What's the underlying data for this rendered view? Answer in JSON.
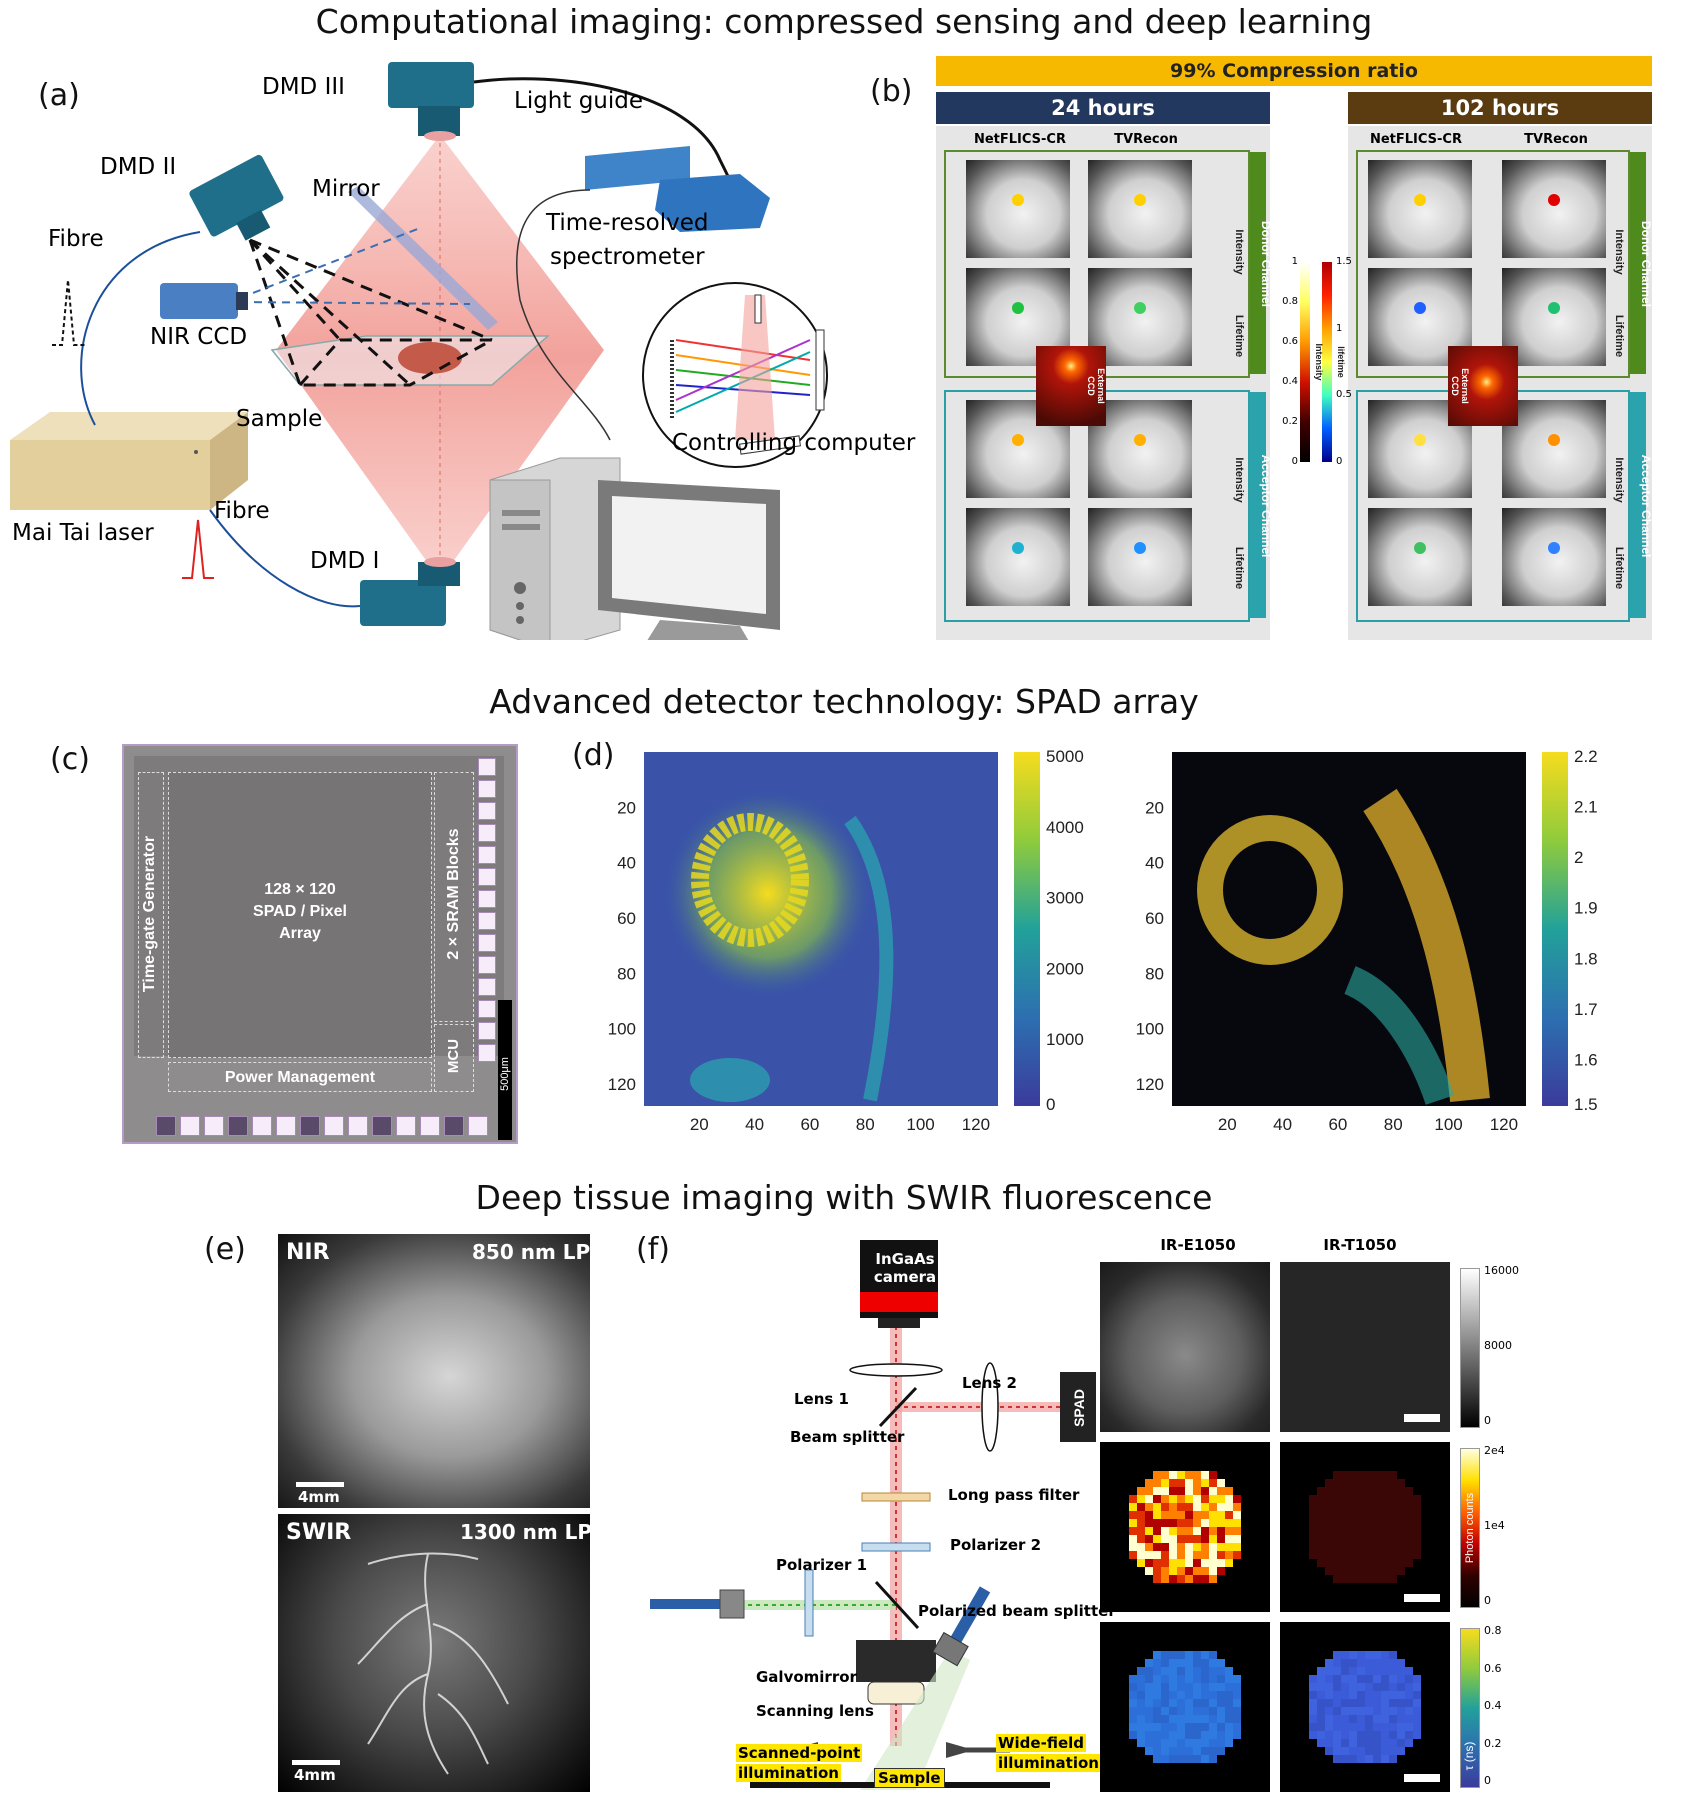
{
  "titles": {
    "t1": "Computational imaging:  compressed sensing and deep learning",
    "t2": "Advanced detector technology: SPAD array",
    "t3": "Deep tissue imaging with SWIR fluorescence"
  },
  "panels": {
    "a": "(a)",
    "b": "(b)",
    "c": "(c)",
    "d": "(d)",
    "e": "(e)",
    "f": "(f)"
  },
  "panel_a": {
    "dmd3": "DMD III",
    "light_guide": "Light guide",
    "dmd2": "DMD II",
    "mirror": "Mirror",
    "fibre_top": "Fibre",
    "spectrometer_1": "Time-resolved",
    "spectrometer_2": "spectrometer",
    "nir_ccd": "NIR CCD",
    "sample": "Sample",
    "laser": "Mai Tai laser",
    "fibre_bottom": "Fibre",
    "dmd1": "DMD I",
    "computer": "Controlling computer"
  },
  "panel_b": {
    "banner": "99% Compression ratio",
    "group1": "24 hours",
    "group2": "102 hours",
    "col1": "NetFLICS-CR",
    "col2": "TVRecon",
    "intensity": "Intensity",
    "lifetime": "Lifetime",
    "donor": "Donor Channel",
    "acceptor": "Acceptor Channel",
    "external_1": "External",
    "external_2": "CCD",
    "cb_intensity_label": "Intensity",
    "cb_lifetime_label": "lifetime",
    "cb_intensity_ticks": [
      "1",
      "0.8",
      "0.6",
      "0.4",
      "0.2",
      "0"
    ],
    "cb_lifetime_ticks": [
      "1.5",
      "1",
      "0.5",
      "0"
    ]
  },
  "panel_c": {
    "tgg": "Time-gate Generator",
    "array_1": "128 × 120",
    "array_2": "SPAD / Pixel",
    "array_3": "Array",
    "sram": "2 × SRAM Blocks",
    "mcu": "MCU",
    "power": "Power Management",
    "scale": "500μm"
  },
  "panel_d": {
    "y_ticks": [
      "20",
      "40",
      "60",
      "80",
      "100",
      "120"
    ],
    "x_ticks": [
      "20",
      "40",
      "60",
      "80",
      "100",
      "120"
    ],
    "cb1_ticks": [
      "5000",
      "4000",
      "3000",
      "2000",
      "1000",
      "0"
    ],
    "cb2_ticks": [
      "2.2",
      "2.1",
      "2",
      "1.9",
      "1.8",
      "1.7",
      "1.6",
      "1.5"
    ]
  },
  "panel_e": {
    "nir": "NIR",
    "nir_filter": "850 nm LP",
    "swir": "SWIR",
    "swir_filter": "1300 nm LP",
    "scale1": "4mm",
    "scale2": "4mm"
  },
  "panel_f": {
    "camera_1": "InGaAs",
    "camera_2": "camera",
    "lens1": "Lens 1",
    "lens2": "Lens 2",
    "beam_splitter": "Beam splitter",
    "spad": "SPAD",
    "long_pass": "Long pass filter",
    "polarizer2": "Polarizer 2",
    "polarizer1": "Polarizer 1",
    "pbs": "Polarized beam splitter",
    "galvo": "Galvomirror",
    "scan_lens": "Scanning lens",
    "scanned_1": "Scanned-point",
    "scanned_2": "illumination",
    "wide_1": "Wide-field",
    "wide_2": "illumination",
    "sample": "Sample",
    "col1": "IR-E1050",
    "col2": "IR-T1050",
    "cb1_ticks": [
      "16000",
      "8000",
      "0"
    ],
    "cb2_ticks": [
      "2e4",
      "1e4",
      "0"
    ],
    "cb2_label": "Photon counts",
    "cb3_ticks": [
      "0.8",
      "0.6",
      "0.4",
      "0.2",
      "0"
    ],
    "cb3_label": "τ (ns)"
  }
}
